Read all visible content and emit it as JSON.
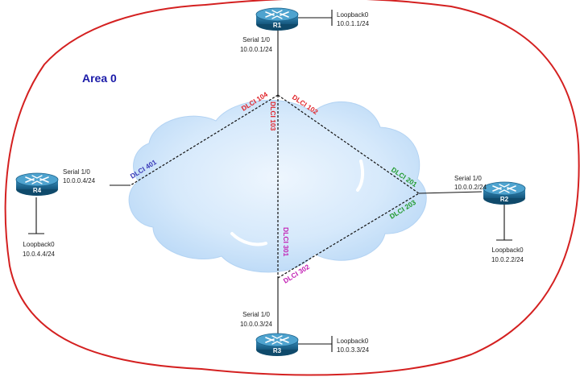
{
  "area_label": "Area 0",
  "colors": {
    "area_border": "#d42020",
    "cloud": "#cfe5fb",
    "router": "#1d6f9a",
    "dlci_red": "#e0242a",
    "dlci_green": "#1f9a2c",
    "dlci_blue": "#3a3ab8",
    "dlci_magenta": "#c21fb4"
  },
  "routers": {
    "r1": {
      "name": "R1",
      "interface": "Serial 1/0",
      "ip": "10.0.0.1/24",
      "loopback_name": "Loopback0",
      "loopback_ip": "10.0.1.1/24"
    },
    "r2": {
      "name": "R2",
      "interface": "Serial 1/0",
      "ip": "10.0.0.2/24",
      "loopback_name": "Loopback0",
      "loopback_ip": "10.0.2.2/24"
    },
    "r3": {
      "name": "R3",
      "interface": "Serial 1/0",
      "ip": "10.0.0.3/24",
      "loopback_name": "Loopback0",
      "loopback_ip": "10.0.3.3/24"
    },
    "r4": {
      "name": "R4",
      "interface": "Serial 1/0",
      "ip": "10.0.0.4/24",
      "loopback_name": "Loopback0",
      "loopback_ip": "10.0.4.4/24"
    }
  },
  "dlci": {
    "r1_to_r4": "DLCI 104",
    "r1_to_r3": "DLCI 103",
    "r1_to_r2": "DLCI 102",
    "r2_to_r1": "DLCI 201",
    "r2_to_r3": "DLCI 203",
    "r3_to_r1": "DLCI 301",
    "r3_to_r2": "DLCI 302",
    "r4_to_r1": "DLCI 401"
  }
}
